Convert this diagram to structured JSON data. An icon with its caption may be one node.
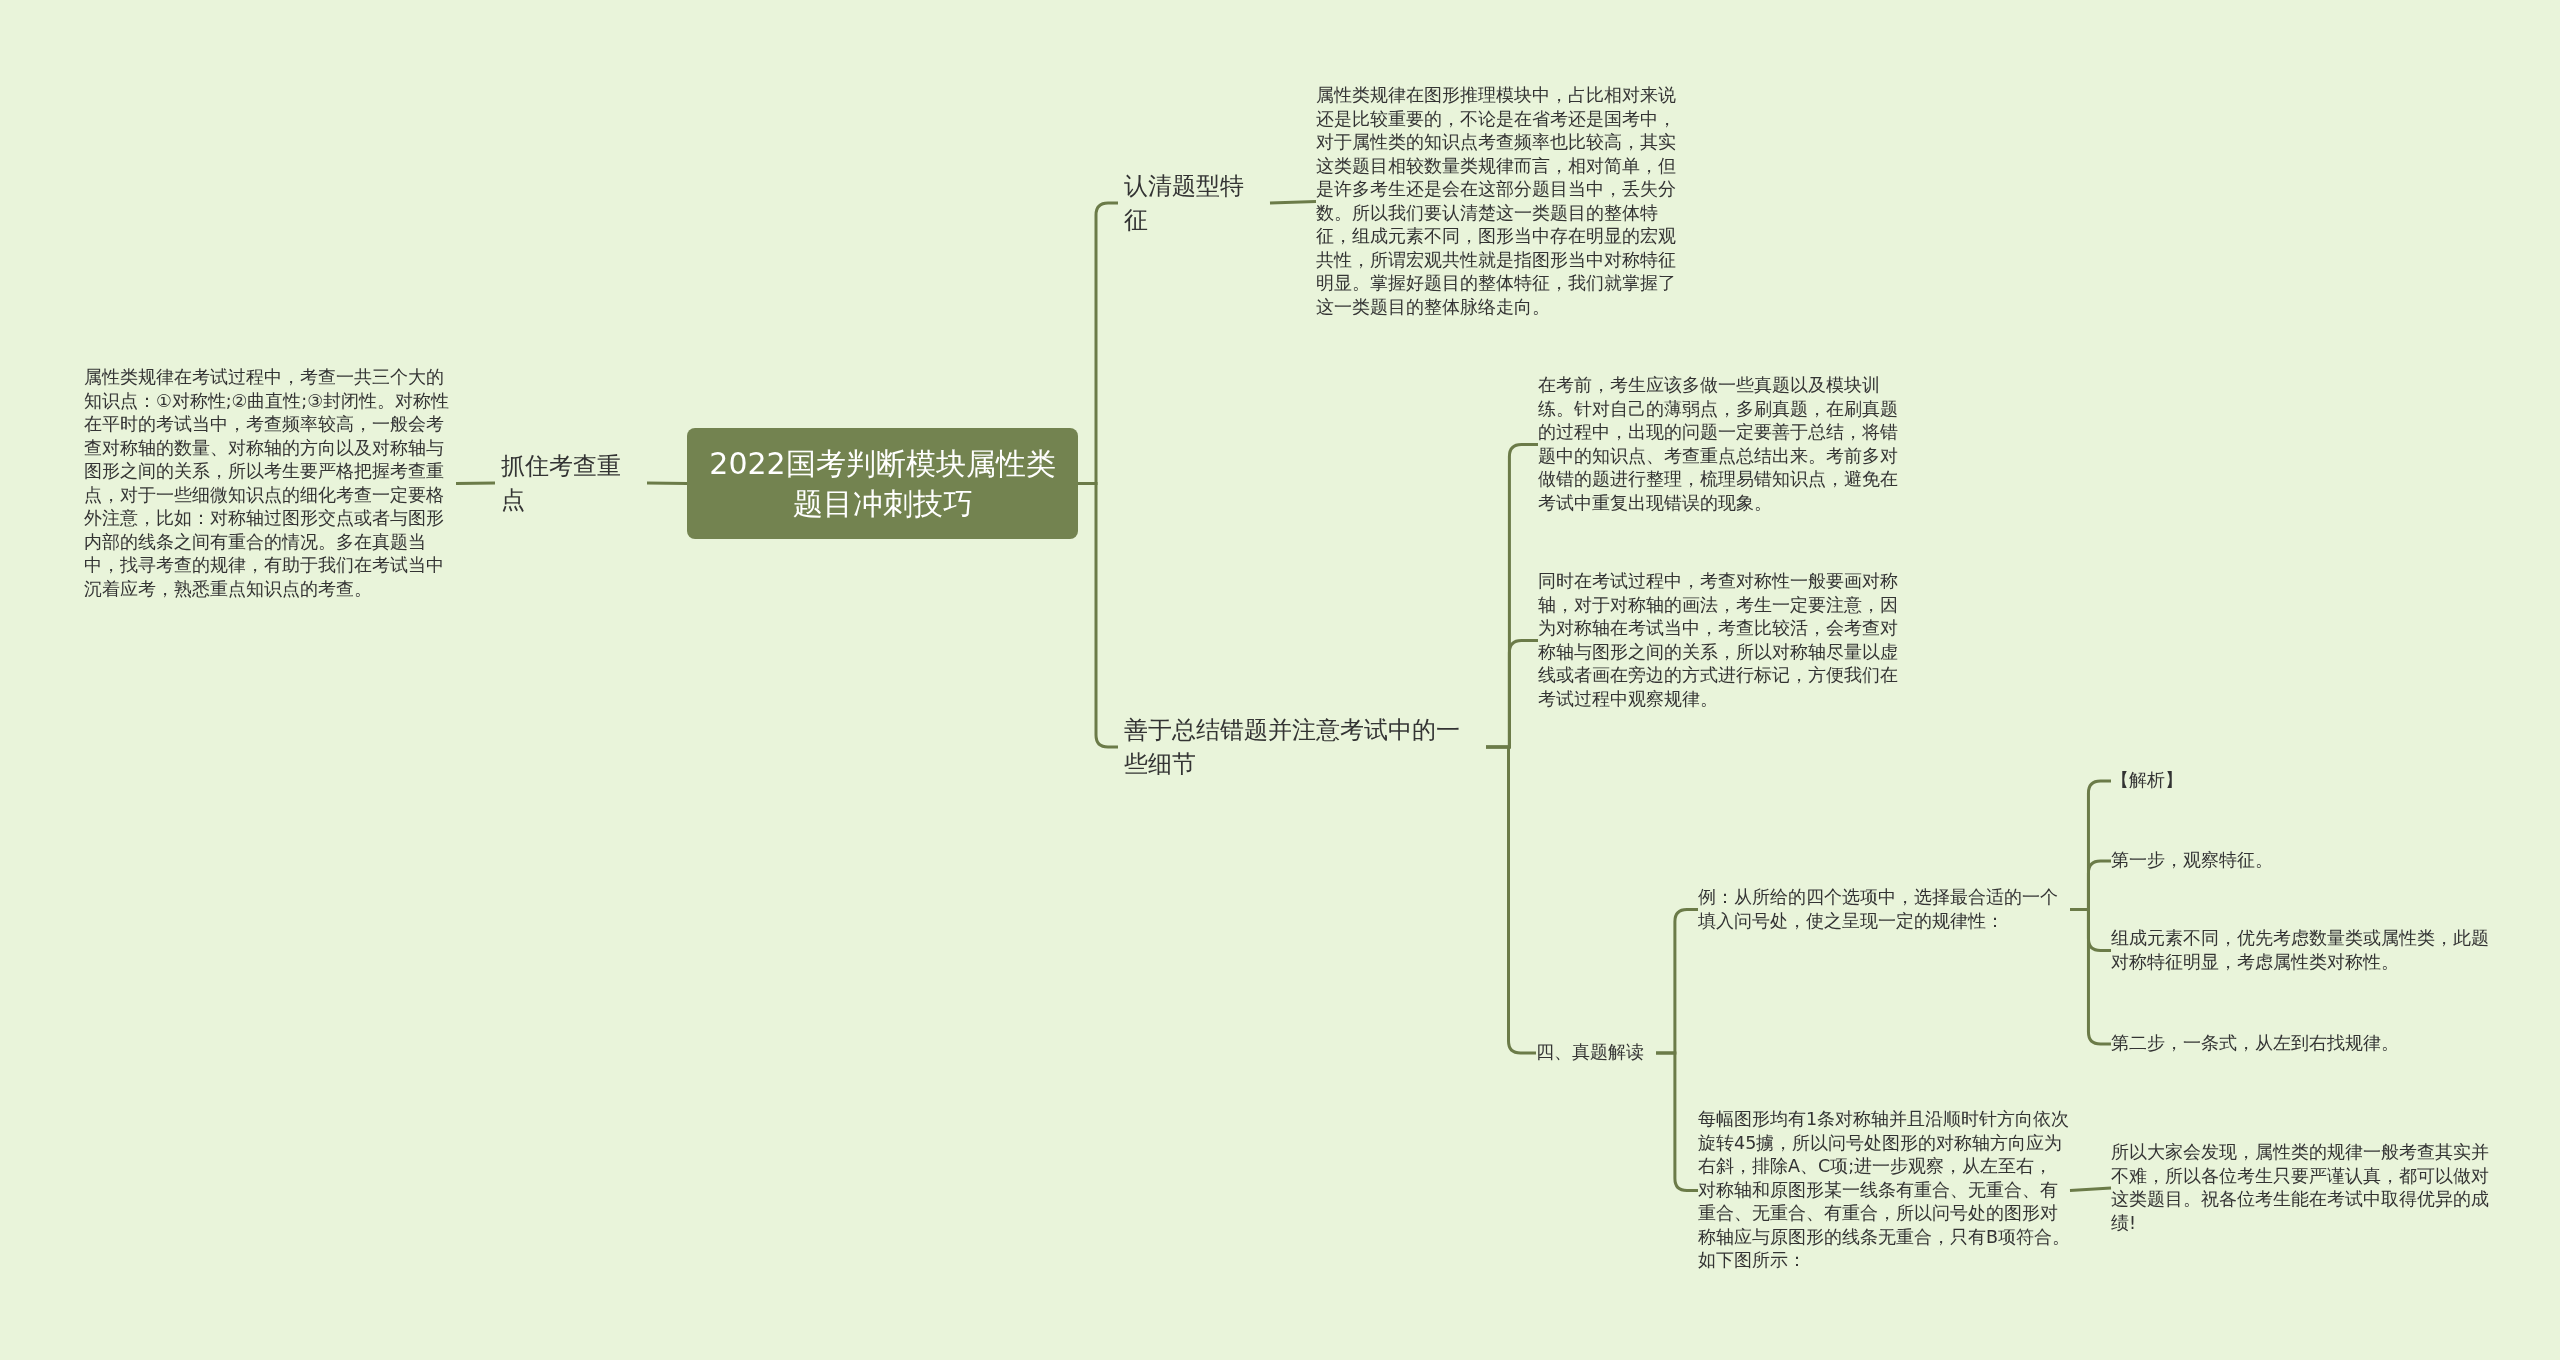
{
  "diagram": {
    "nodes": [
      {
        "text": [
          "2022国考判断模块属性类题目冲刺技巧"
        ]
      },
      {
        "text": [
          "抓住考查重点"
        ]
      },
      {
        "text": [
          "属性类规律在考试过程中，考查一共三个大的知识点：①对称性;②曲直性;③封闭性。对称性在平时的考试当中，考查频率较高，一般会考查对称轴的数量、对称轴的方向以及对称轴与图形之间的关系，所以考生要严格把握考查重点，对于一些细微知识点的细化考查一定要格外注意，比如：对称轴过图形交点或者与图形内部的线条之间有重合的情况。多在真题当中，找寻考查的规律，有助于我们在考试当中沉着应考，熟悉重点知识点的考查。"
        ]
      },
      {
        "text": [
          "认清题型特征"
        ]
      },
      {
        "text": [
          "属性类规律在图形推理模块中，占比相对来说还是比较重要的，不论是在省考还是国考中，对于属性类的知识点考查频率也比较高，其实这类题目相较数量类规律而言，相对简单，但是许多考生还是会在这部分题目当中，丢失分数。所以我们要认清楚这一类题目的整体特征，组成元素不同，图形当中存在明显的宏观共性，所谓宏观共性就是指图形当中对称特征明显。掌握好题目的整体特征，我们就掌握了这一类题目的整体脉络走向。"
        ]
      },
      {
        "text": [
          "善于总结错题并注意考试中的一些细节"
        ]
      },
      {
        "text": [
          "在考前，考生应该多做一些真题以及模块训练。针对自己的薄弱点，多刷真题，在刷真题的过程中，出现的问题一定要善于总结，将错题中的知识点、考查重点总结出来。考前多对做错的题进行整理，梳理易错知识点，避免在考试中重复出现错误的现象。"
        ]
      },
      {
        "text": [
          "同时在考试过程中，考查对称性一般要画对称轴，对于对称轴的画法，考生一定要注意，因为对称轴在考试当中，考查比较活，会考查对称轴与图形之间的关系，所以对称轴尽量以虚线或者画在旁边的方式进行标记，方便我们在考试过程中观察规律。"
        ]
      },
      {
        "text": [
          "四、真题解读"
        ]
      },
      {
        "text": [
          "例：从所给的四个选项中，选择最合适的一个填入问号处，使之呈现一定的规律性："
        ]
      },
      {
        "text": [
          "【解析】"
        ]
      },
      {
        "text": [
          "第一步，观察特征。"
        ]
      },
      {
        "text": [
          "组成元素不同，优先考虑数量类或属性类，此题对称特征明显，考虑属性类对称性。"
        ]
      },
      {
        "text": [
          "第二步，一条式，从左到右找规律。"
        ]
      },
      {
        "text": [
          "每幅图形均有1条对称轴并且沿顺时针方向依次旋转45擄，所以问号处图形的对称轴方向应为右斜，排除A、C项;进一步观察，从左至右，对称轴和原图形某一线条有重合、无重合、有重合、无重合、有重合，所以问号处的图形对称轴应与原图形的线条无重合，只有B项符合。如下图所示："
        ]
      },
      {
        "text": [
          "所以大家会发现，属性类的规律一般考查其实并不难，所以各位考生只要严谨认真，都可以做对这类题目。祝各位考生能在考试中取得优异的成绩!"
        ]
      }
    ],
    "edges": [
      {
        "from": 0,
        "to": 1,
        "arrow": "none"
      },
      {
        "from": 1,
        "to": 2,
        "arrow": "none"
      },
      {
        "from": 0,
        "to": 3,
        "arrow": "none"
      },
      {
        "from": 3,
        "to": 4,
        "arrow": "none"
      },
      {
        "from": 0,
        "to": 5,
        "arrow": "none"
      },
      {
        "from": 5,
        "to": 6,
        "arrow": "none"
      },
      {
        "from": 5,
        "to": 7,
        "arrow": "none"
      },
      {
        "from": 5,
        "to": 8,
        "arrow": "none"
      },
      {
        "from": 8,
        "to": 9,
        "arrow": "none"
      },
      {
        "from": 9,
        "to": 10,
        "arrow": "none"
      },
      {
        "from": 9,
        "to": 11,
        "arrow": "none"
      },
      {
        "from": 9,
        "to": 12,
        "arrow": "none"
      },
      {
        "from": 9,
        "to": 13,
        "arrow": "none"
      },
      {
        "from": 8,
        "to": 14,
        "arrow": "none"
      },
      {
        "from": 14,
        "to": 15,
        "arrow": "none"
      }
    ]
  }
}
